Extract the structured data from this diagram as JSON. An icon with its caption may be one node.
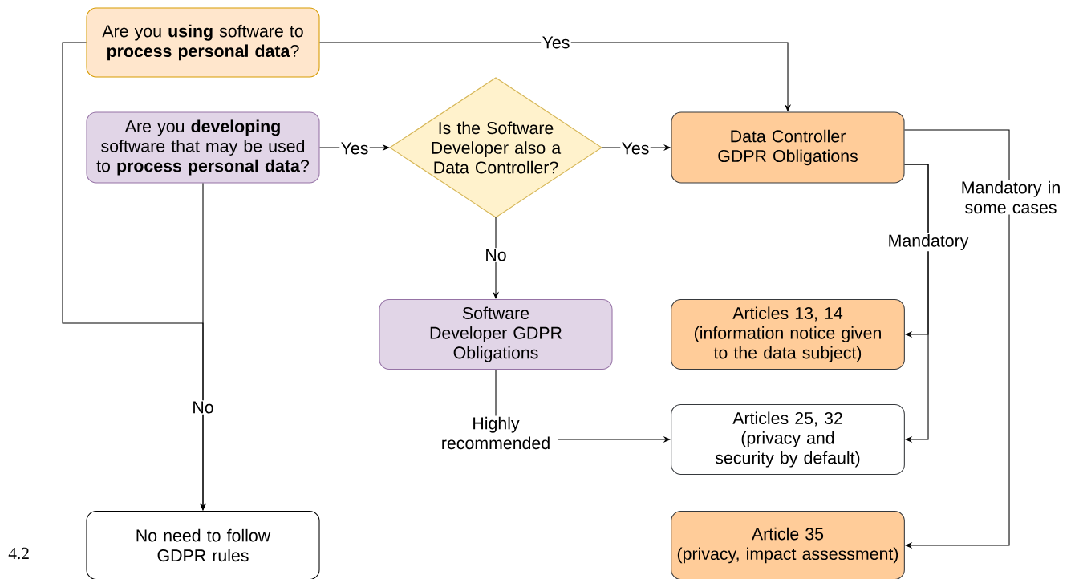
{
  "diagram": {
    "nodes": [
      {
        "text": [
          "Are you **using** software to **process personal data**?"
        ]
      },
      {
        "text": [
          "Are you **developing** software that may be used to **process personal data**?"
        ]
      },
      {
        "text": [
          "Is the Software Developer also a Data Controller?"
        ]
      },
      {
        "text": [
          "Data Controller GDPR Obligations"
        ]
      },
      {
        "text": [
          "Software Developer GDPR Obligations"
        ]
      },
      {
        "text": [
          "Articles 13, 14",
          "(information notice given to the data subject)"
        ]
      },
      {
        "text": [
          "Articles 25, 32",
          "(privacy and security by default)"
        ]
      },
      {
        "text": [
          "No need to follow GDPR rules"
        ]
      },
      {
        "text": [
          "Article 35",
          "(privacy, impact assessment)"
        ]
      }
    ],
    "edges": [
      {
        "from": 0,
        "to": 3,
        "arrow": "to",
        "label": "Yes"
      },
      {
        "from": 1,
        "to": 2,
        "arrow": "to",
        "label": "Yes"
      },
      {
        "from": 2,
        "to": 3,
        "arrow": "to",
        "label": "Yes"
      },
      {
        "from": 2,
        "to": 4,
        "arrow": "to",
        "label": "No"
      },
      {
        "from": 0,
        "to": 7,
        "arrow": "to"
      },
      {
        "from": 1,
        "to": 7,
        "arrow": "to",
        "label": "No"
      },
      {
        "from": 4,
        "to": 6,
        "arrow": "to",
        "label": "Highly recommended"
      },
      {
        "from": 3,
        "to": 5,
        "arrow": "to",
        "label": "Mandatory"
      },
      {
        "from": 3,
        "to": 6,
        "arrow": "to"
      },
      {
        "from": 3,
        "to": 8,
        "arrow": "to",
        "label": "Mandatory in some cases"
      }
    ],
    "labels": [
      "4.2"
    ]
  }
}
